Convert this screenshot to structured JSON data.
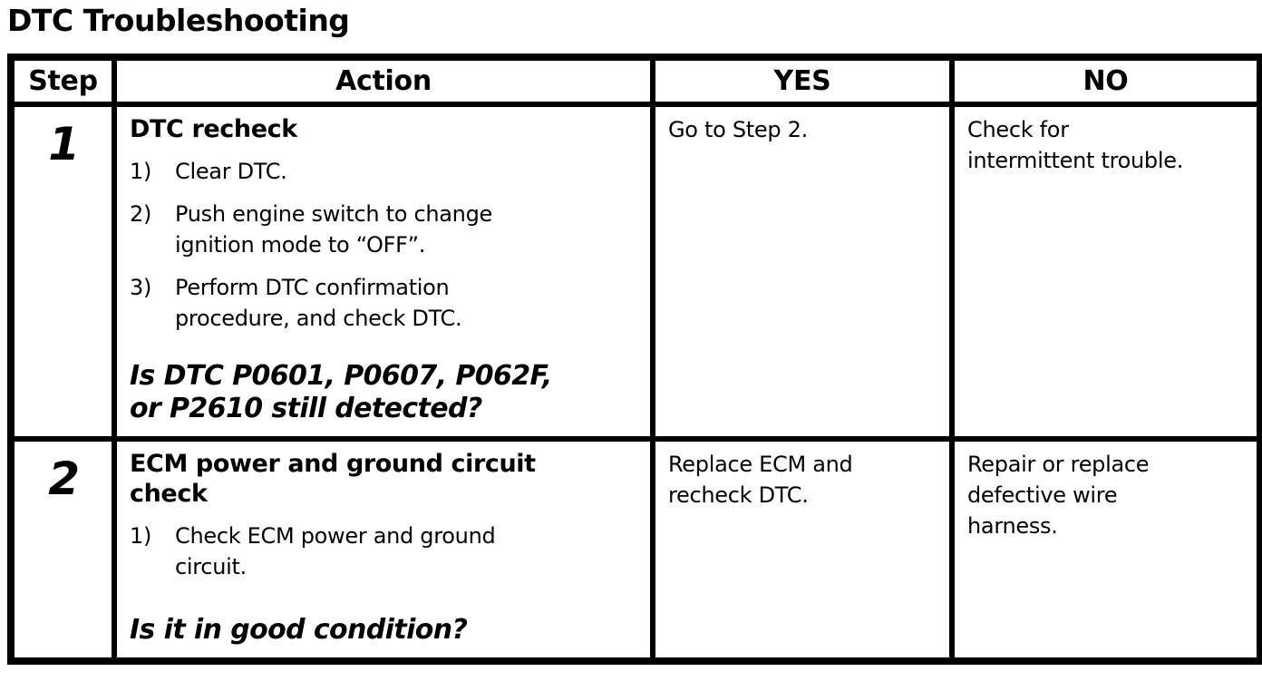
{
  "page_title": "DTC Troubleshooting",
  "table": {
    "headers": {
      "step": "Step",
      "action": "Action",
      "yes": "YES",
      "no": "NO"
    },
    "rows": [
      {
        "step": "1",
        "title_lines": [
          "DTC recheck"
        ],
        "items": [
          {
            "num": "1)",
            "lines": [
              "Clear DTC."
            ]
          },
          {
            "num": "2)",
            "lines": [
              "Push engine switch to change",
              "ignition mode to “OFF”."
            ]
          },
          {
            "num": "3)",
            "lines": [
              "Perform DTC confirmation",
              "procedure, and check DTC."
            ]
          }
        ],
        "question_lines": [
          "Is DTC P0601, P0607, P062F,",
          "or P2610 still detected?"
        ],
        "yes_lines": [
          "Go to Step 2."
        ],
        "no_lines": [
          "Check for",
          "intermittent trouble."
        ]
      },
      {
        "step": "2",
        "title_lines": [
          "ECM power and ground circuit",
          "check"
        ],
        "items": [
          {
            "num": "1)",
            "lines": [
              "Check ECM power and ground",
              "circuit."
            ]
          }
        ],
        "question_lines": [
          "Is it in good condition?"
        ],
        "yes_lines": [
          "Replace ECM and",
          "recheck DTC."
        ],
        "no_lines": [
          "Repair or replace",
          "defective wire",
          "harness."
        ]
      }
    ]
  }
}
